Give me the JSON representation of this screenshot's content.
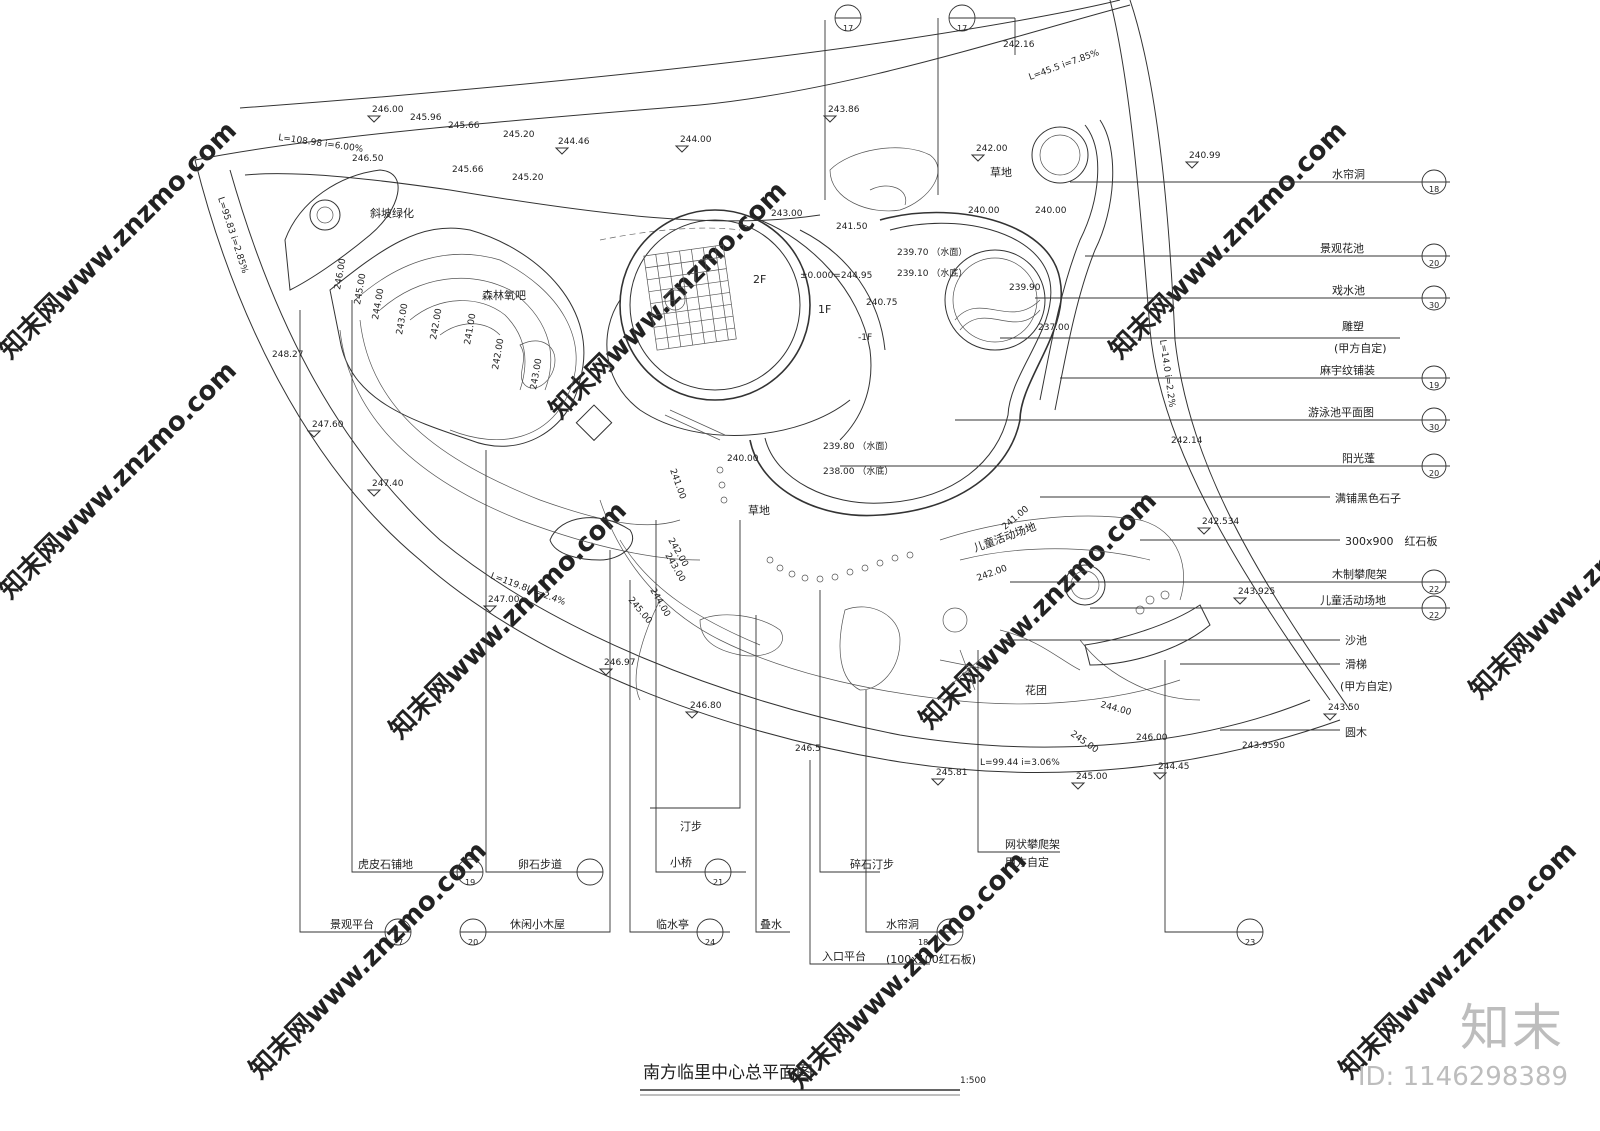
{
  "title": "南方临里中心总平面图",
  "scale": "1:500",
  "plan_labels": {
    "slope_green": "斜坡绿化",
    "forest_oxygen_bar": "森林氧吧",
    "grass_top": "草地",
    "grass_mid": "草地",
    "kids_area": "儿童活动场地",
    "flower_bed": "花团",
    "floor_2f": "2F",
    "floor_1f": "1F",
    "floor_m1f": "-1F",
    "datum": "±0.000=244.95",
    "water_surface_1": "239.70 （水面）",
    "water_bottom_1": "239.10 （水底）",
    "water_surface_2": "239.80 （水面）",
    "water_bottom_2": "238.00 （水底）"
  },
  "elevations": {
    "e246_00a": "246.00",
    "e245_96": "245.96",
    "e245_66a": "245.66",
    "e245_20a": "245.20",
    "e244_46": "244.46",
    "e244_00a": "244.00",
    "e243_86": "243.86",
    "e242_16": "242.16",
    "e240_99": "240.99",
    "e242_00a": "242.00",
    "e240_00a": "240.00",
    "e240_00b": "240.00",
    "e243_00": "243.00",
    "e241_50": "241.50",
    "e240_75": "240.75",
    "e239_90": "239.90",
    "e237_00": "237.00",
    "e246_50": "246.50",
    "e245_66b": "245.66",
    "e245_20b": "245.20",
    "e248_27": "248.27",
    "e247_60": "247.60",
    "e247_40": "247.40",
    "e247_00": "247.00",
    "e246_97": "246.97",
    "e246_80": "246.80",
    "e246_50b": "246.5",
    "e245_81": "245.81",
    "e245_00": "245.00",
    "e244_45": "244.45",
    "e243_9590": "243.9590",
    "e246_00b": "246.00",
    "e243_50": "243.50",
    "e243_925": "243.925",
    "e242_534": "242.534",
    "e242_14": "242.14",
    "e240_00c": "240.00",
    "e242_00b": "242.00",
    "e241_00": "241.00",
    "e244_00b": "244.00",
    "e245_00b": "245.00",
    "slope_top": "L=45.5  i=7.85%",
    "slope_left": "L=108.98  i=6.00%",
    "slope_far_left": "L=95.83  i=2.85%",
    "slope_right": "L=14.0   i=2.2%",
    "slope_bottom": "L=99.44  i=3.06%",
    "slope_lower_left": "L=119.8L  i=2.4%"
  },
  "contours": {
    "c246": "246.00",
    "c245": "245.00",
    "c244": "244.00",
    "c243": "243.00",
    "c242": "242.00",
    "c241": "241.00",
    "c242b": "242.00",
    "c243b": "243.00",
    "c241k": "241.00",
    "c242k": "242.00",
    "c243k": "243.00",
    "c244k": "244.00",
    "c245k": "245.00",
    "c244r": "244.00",
    "c245r": "245.00"
  },
  "right_callouts": [
    {
      "label": "水帘洞",
      "ref": "18"
    },
    {
      "label": "景观花池",
      "ref": "20"
    },
    {
      "label": "戏水池",
      "ref": "30"
    },
    {
      "label": "雕塑",
      "ref": ""
    },
    {
      "label": "(甲方自定)",
      "ref": ""
    },
    {
      "label": "麻宇纹铺装",
      "ref": "19"
    },
    {
      "label": "游泳池平面图",
      "ref": "30"
    },
    {
      "label": "阳光蓬",
      "ref": "20"
    },
    {
      "label": "满铺黑色石子",
      "ref": ""
    },
    {
      "label": "300x900　红石板",
      "ref": ""
    },
    {
      "label": "木制攀爬架",
      "ref": "22"
    },
    {
      "label": "儿童活动场地",
      "ref": "22"
    },
    {
      "label": "沙池",
      "ref": ""
    },
    {
      "label": "滑梯",
      "ref": ""
    },
    {
      "label": "(甲方自定)",
      "ref": ""
    },
    {
      "label": "圆木",
      "ref": ""
    }
  ],
  "bottom_callouts": [
    {
      "label": "虎皮石铺地",
      "ref": "19"
    },
    {
      "label": "卵石步道",
      "ref": ""
    },
    {
      "label": "景观平台",
      "ref": "27"
    },
    {
      "label": "休闲小木屋",
      "ref": "20"
    },
    {
      "label": "汀步",
      "ref": ""
    },
    {
      "label": "小桥",
      "ref": "21"
    },
    {
      "label": "临水亭",
      "ref": "24"
    },
    {
      "label": "叠水",
      "ref": ""
    },
    {
      "label": "碎石汀步",
      "ref": ""
    },
    {
      "label": "入口平台",
      "ref": ""
    },
    {
      "label": "水帘洞",
      "ref": "18"
    },
    {
      "label": "(100x100红石板)",
      "ref": ""
    },
    {
      "label": "网状攀爬架",
      "ref": ""
    },
    {
      "label": "甲方自定",
      "ref": ""
    },
    {
      "label": "",
      "ref": "23"
    }
  ],
  "top_refs": [
    "17",
    "17"
  ],
  "watermark": "知末网www.znzmo.com",
  "logo": "知末",
  "id_text": "ID: 1146298389"
}
